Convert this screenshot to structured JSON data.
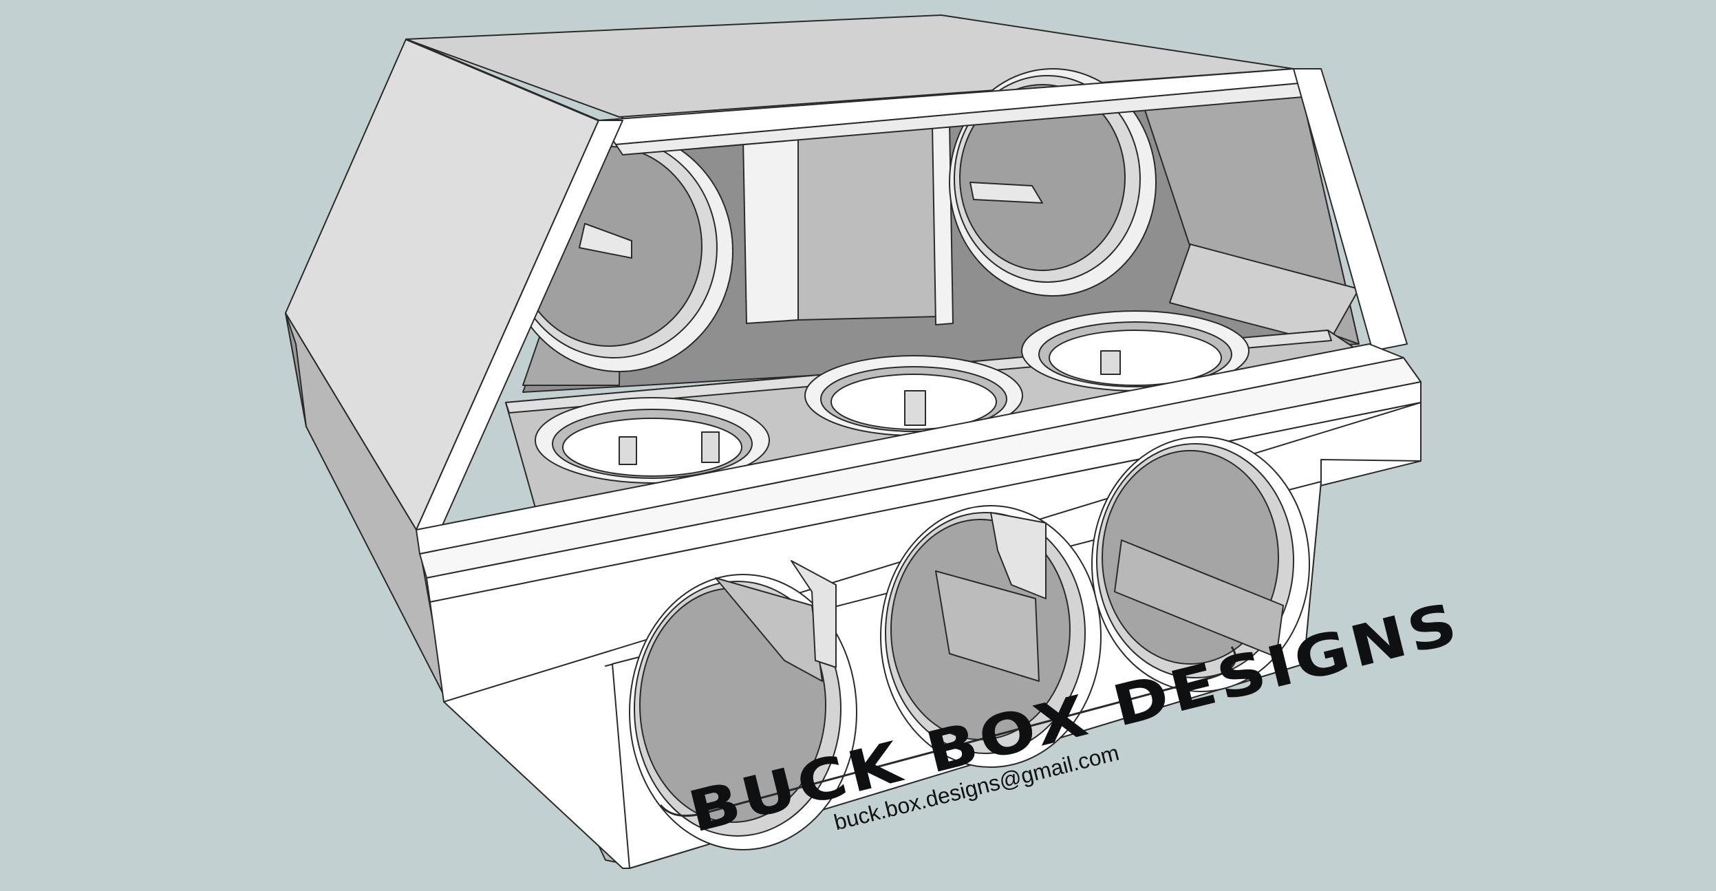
{
  "image": {
    "subject": "subwoofer-enclosure-3d-render",
    "background_color": "#c2d0d1",
    "panel_color": "#ffffff",
    "edge_color": "#2a2a2a",
    "interior_shades": [
      "#e8e8e8",
      "#d8d8d8",
      "#c8c8c8",
      "#b4b4b4",
      "#a2a2a2",
      "#909090"
    ]
  },
  "brand": {
    "name": "BUCK BOX DESIGNS",
    "email": "buck.box.designs@gmail.com"
  }
}
